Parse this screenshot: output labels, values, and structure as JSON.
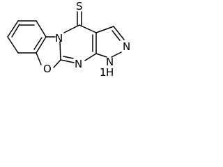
{
  "molecule": {
    "atom_labels": {
      "sulfur": "S",
      "ring_nitrogen": "N",
      "bridge_oxygen": "O",
      "pyrimidine_nitrogen": "N",
      "pyrazole_nitrogen": "N",
      "pyrazole_nh_n": "N",
      "pyrazole_nh_h": "H",
      "pyrazole_nh_locant": "1"
    }
  },
  "colors": {
    "bond": "#000000",
    "text": "#000000",
    "background": "#ffffff"
  }
}
